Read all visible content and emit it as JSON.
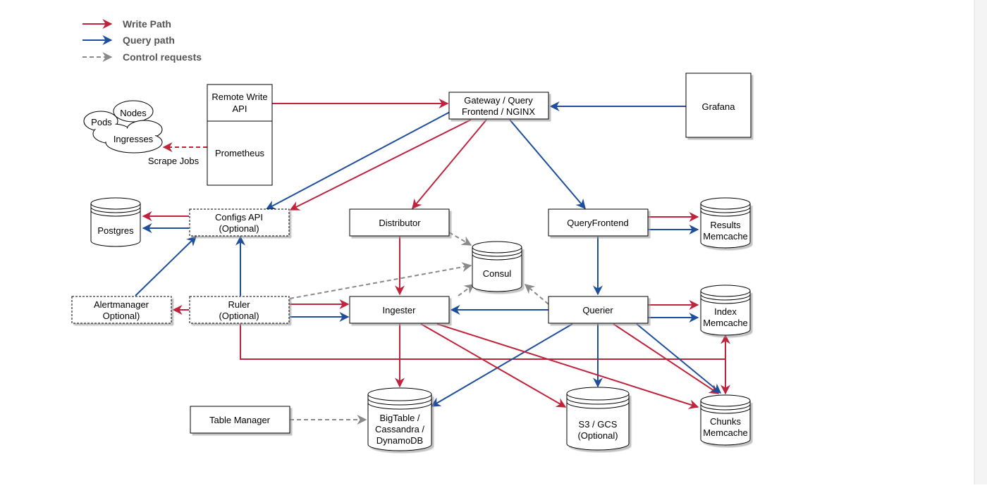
{
  "legend": {
    "write": "Write Path",
    "query": "Query path",
    "control": "Control requests"
  },
  "colors": {
    "write": "#c0233c",
    "query": "#1f4e9b",
    "control": "#8a8a8a"
  },
  "nodes": {
    "remote_write_l1": "Remote Write",
    "remote_write_l2": "API",
    "prometheus": "Prometheus",
    "gateway_l1": "Gateway / Query",
    "gateway_l2": "Frontend / NGINX",
    "grafana": "Grafana",
    "cloud_nodes": "Nodes",
    "cloud_pods": "Pods",
    "cloud_ingresses": "Ingresses",
    "scrape_jobs": "Scrape Jobs",
    "postgres": "Postgres",
    "configs_l1": "Configs API",
    "configs_l2": "(Optional)",
    "distributor": "Distributor",
    "queryfrontend": "QueryFrontend",
    "results_l1": "Results",
    "results_l2": "Memcache",
    "consul": "Consul",
    "alertmanager_l1": "Alertmanager",
    "alertmanager_l2": "Optional)",
    "ruler_l1": "Ruler",
    "ruler_l2": "(Optional)",
    "ingester": "Ingester",
    "querier": "Querier",
    "index_l1": "Index",
    "index_l2": "Memcache",
    "table_manager": "Table Manager",
    "bigtable_l1": "BigTable /",
    "bigtable_l2": "Cassandra /",
    "bigtable_l3": "DynamoDB",
    "s3_l1": "S3 / GCS",
    "s3_l2": "(Optional)",
    "chunks_l1": "Chunks",
    "chunks_l2": "Memcache"
  }
}
